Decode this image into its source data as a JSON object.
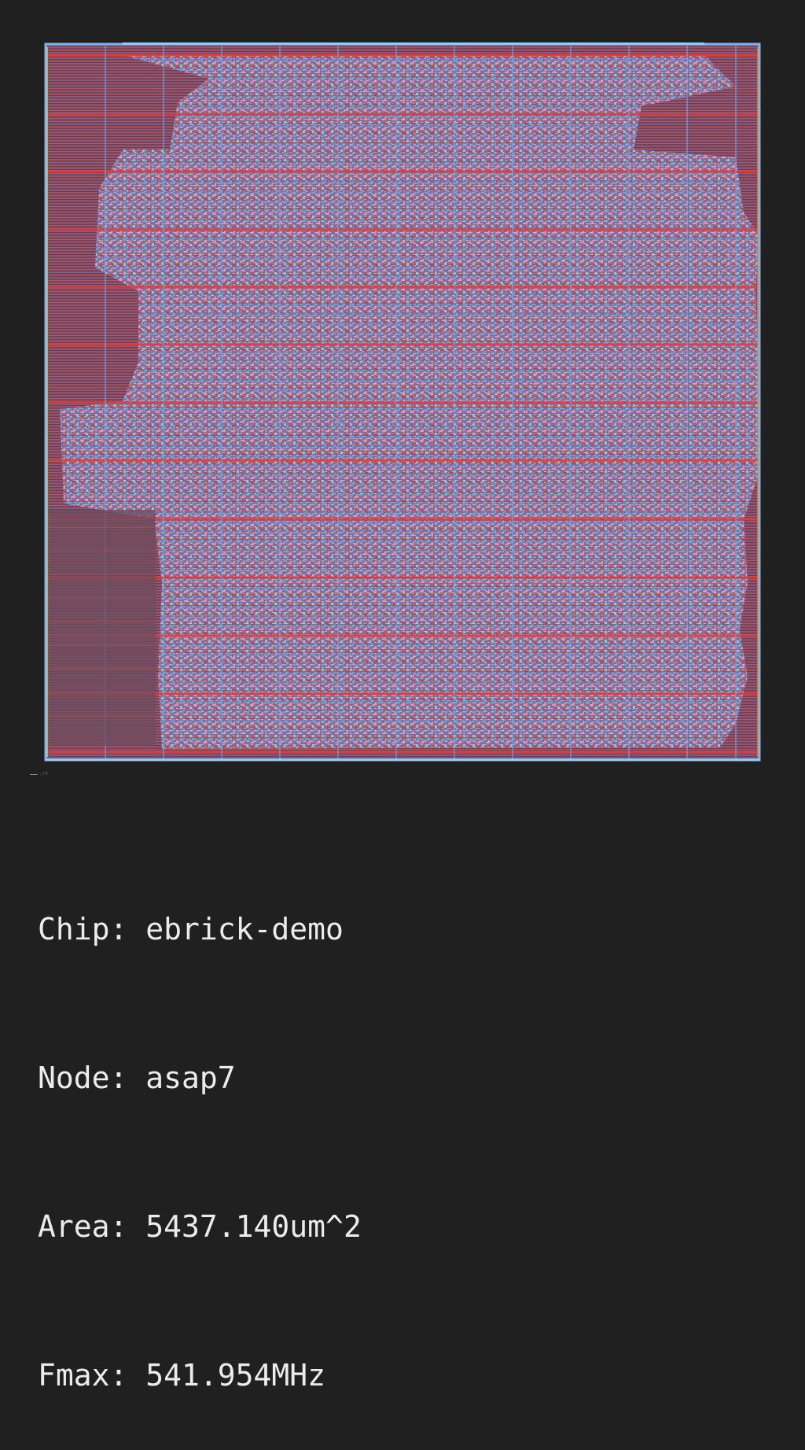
{
  "layout_view": {
    "background": "#202020",
    "die_fill": "#5b4a5e",
    "colors": {
      "metal_red": "#d83a3a",
      "metal_blue": "#6aa8e8",
      "metal_pink": "#e49ad0",
      "metal_cyan": "#7fd6e6",
      "metal_orange": "#d58a3a",
      "metal_yellow": "#d6c86a",
      "pin_gray": "#8f8fa8"
    },
    "scale_bar_label": "—/4"
  },
  "info": {
    "chip_label": "Chip:",
    "chip_value": "ebrick-demo",
    "node_label": "Node:",
    "node_value": "asap7",
    "area_label": "Area:",
    "area_value": "5437.140um^2",
    "fmax_label": "Fmax:",
    "fmax_value": "541.954MHz"
  }
}
